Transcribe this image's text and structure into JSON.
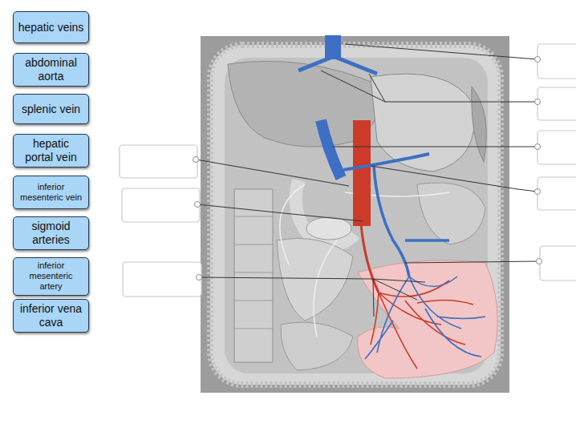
{
  "diagram": {
    "nodes": [
      {
        "text": [
          "hepatic veins"
        ]
      },
      {
        "text": [
          "abdominal aorta"
        ]
      },
      {
        "text": [
          "splenic vein"
        ]
      },
      {
        "text": [
          "hepatic portal vein"
        ]
      },
      {
        "text": [
          "inferior mesenteric vein"
        ]
      },
      {
        "text": [
          "sigmoid arteries"
        ]
      },
      {
        "text": [
          "inferior mesenteric artery"
        ]
      },
      {
        "text": [
          "inferior vena cava"
        ]
      }
    ]
  }
}
